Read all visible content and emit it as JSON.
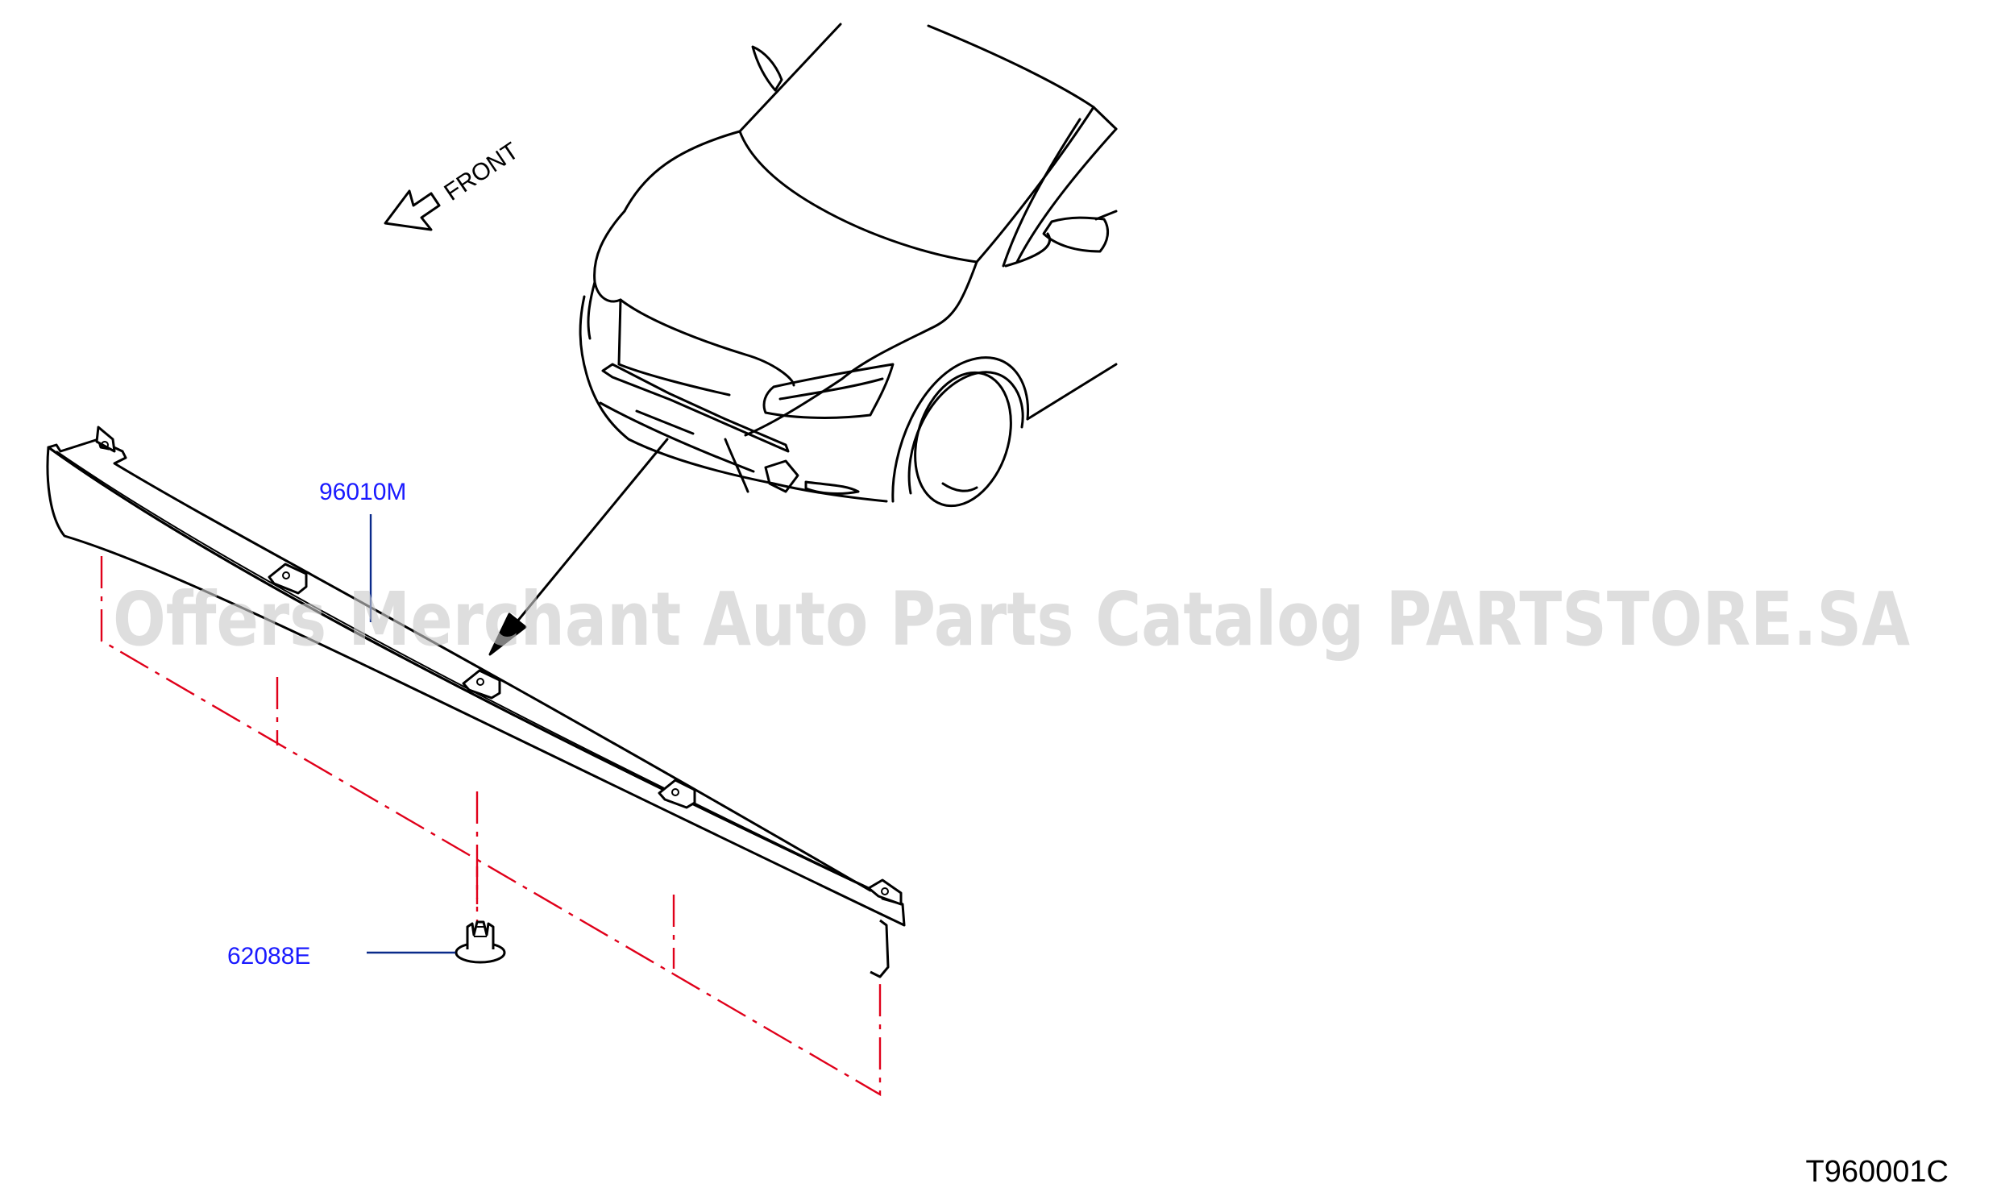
{
  "orientation": {
    "label": "FRONT",
    "icon": "front-arrow-icon"
  },
  "callouts": [
    {
      "part_number": "96010M"
    },
    {
      "part_number": "62088E"
    }
  ],
  "illustration_code": "T960001C",
  "watermark": "Offers Merchant Auto Parts Catalog PARTSTORE.SA",
  "colors": {
    "callout_text": "#1a1aff",
    "leader": "#0a2a8a",
    "mounting_lines": "#e0001a",
    "outline": "#000000"
  }
}
